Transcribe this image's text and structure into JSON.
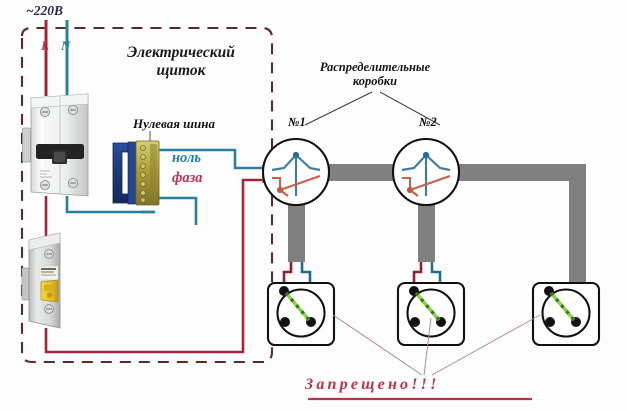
{
  "diagram": {
    "title_panel": "Электрический",
    "title_panel_line2": "щиток",
    "supply_voltage": "~220B",
    "line_label": "L",
    "neutral_label": "N",
    "bus_label": "Нулевая шина",
    "wire_neutral_label": "ноль",
    "wire_phase_label": "фаза",
    "junction_boxes_label": "Распределительные",
    "junction_boxes_label2": "коробки",
    "box1_label": "№1",
    "box2_label": "№2",
    "warning_text": "Запрещено!!!"
  },
  "colors": {
    "phase_red": "#a32638",
    "neutral_blue": "#1f7a9e",
    "bus_blue": "#1b3a7a",
    "conduit_grey": "#808080",
    "warning_red": "#c0304a",
    "panel_border": "#5c2a2a",
    "ground_green": "#8dd13a",
    "wire_in_box_red": "#c4614f",
    "wire_in_box_blue": "#3e7fa0",
    "socket_black": "#111111"
  },
  "components": {
    "breaker_double_name": "double-pole-circuit-breaker",
    "breaker_single_name": "single-pole-rcbo",
    "bus_bar_name": "neutral-bus-bar",
    "junction_box_count": 2,
    "socket_count": 3
  }
}
